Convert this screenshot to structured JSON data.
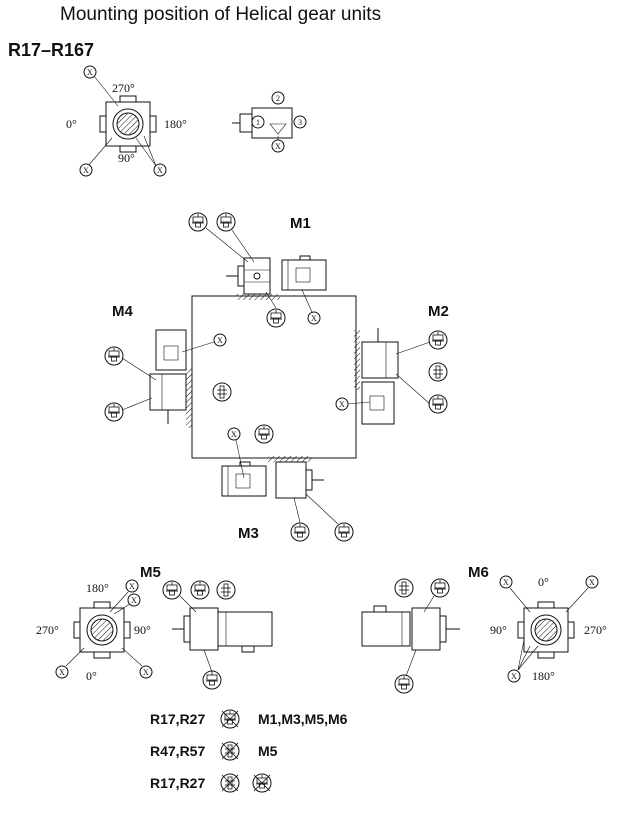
{
  "title": "Mounting position of Helical gear units",
  "series": "R17–R167",
  "positions": {
    "m1": "M1",
    "m2": "M2",
    "m3": "M3",
    "m4": "M4",
    "m5": "M5",
    "m6": "M6"
  },
  "angles": {
    "a0": "0°",
    "a90": "90°",
    "a180": "180°",
    "a270": "270°"
  },
  "marker": "X",
  "side_numbers": [
    "1",
    "2",
    "3"
  ],
  "notes": [
    {
      "models": "R17,R27",
      "positions": "M1,M3,M5,M6"
    },
    {
      "models": "R47,R57",
      "positions": "M5"
    },
    {
      "models": "R17,R27",
      "positions": ""
    }
  ]
}
